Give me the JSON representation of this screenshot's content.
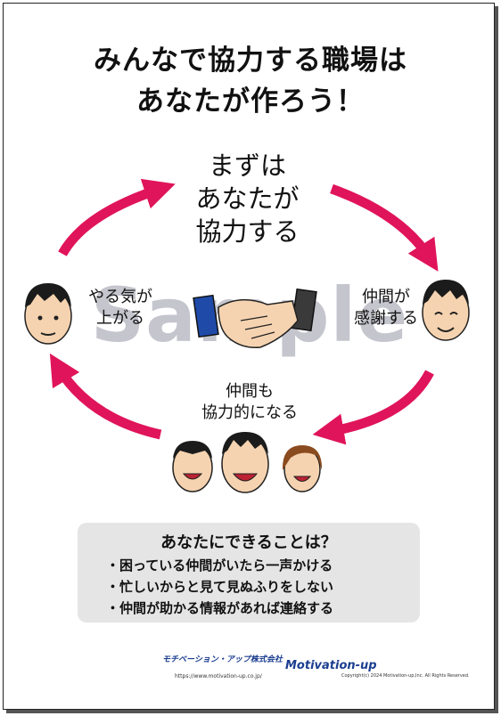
{
  "title": {
    "line1": "みんなで協力する職場は",
    "line2": "あなたが作ろう！"
  },
  "cycle": {
    "center": [
      "まずは",
      "あなたが",
      "協力する"
    ],
    "left": [
      "やる気が",
      "上がる"
    ],
    "right": [
      "仲間が",
      "感謝する"
    ],
    "bottom": [
      "仲間も",
      "協力的になる"
    ]
  },
  "watermark": "Sample",
  "tips": {
    "heading": "あなたにできることは？",
    "items": [
      "・困っている仲間がいたら一声かける",
      "・忙しいからと見て見ぬふりをしない",
      "・仲間が助かる情報があれば連絡する"
    ]
  },
  "footer": {
    "company": "モチベーション・アップ株式会社",
    "url": "https://www.motivation-up.co.jp/",
    "logo": "Motivation-up",
    "copyright": "Copyright(c) 2024 Motivation-up,Inc. All Rights Reserved."
  },
  "colors": {
    "arrow": "#e0145a",
    "box": "#e5e5e5",
    "brand": "#1a3d8f"
  },
  "icons": [
    "handshake-icon",
    "cycle-arrow-icon",
    "worker-face-icon",
    "team-faces-icon"
  ]
}
